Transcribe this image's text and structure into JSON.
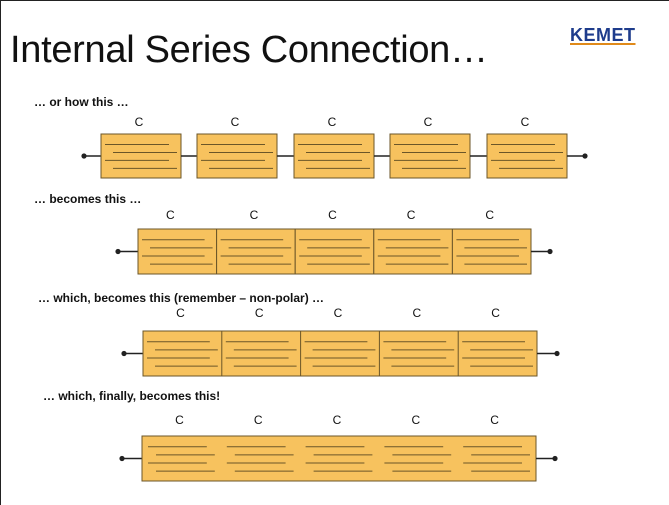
{
  "slide": {
    "title": "Internal Series Connection…",
    "logo_text": "KEMET"
  },
  "captions": [
    "… or how this …",
    "… becomes this …",
    "… which, becomes this (remember – non-polar) …",
    "… which, finally, becomes this!"
  ],
  "capacitor_label": "C",
  "colors": {
    "capacitor_fill": "#F7C25E",
    "capacitor_stroke": "#6B5628",
    "wire": "#222222",
    "logo": "#1E3C8C"
  }
}
